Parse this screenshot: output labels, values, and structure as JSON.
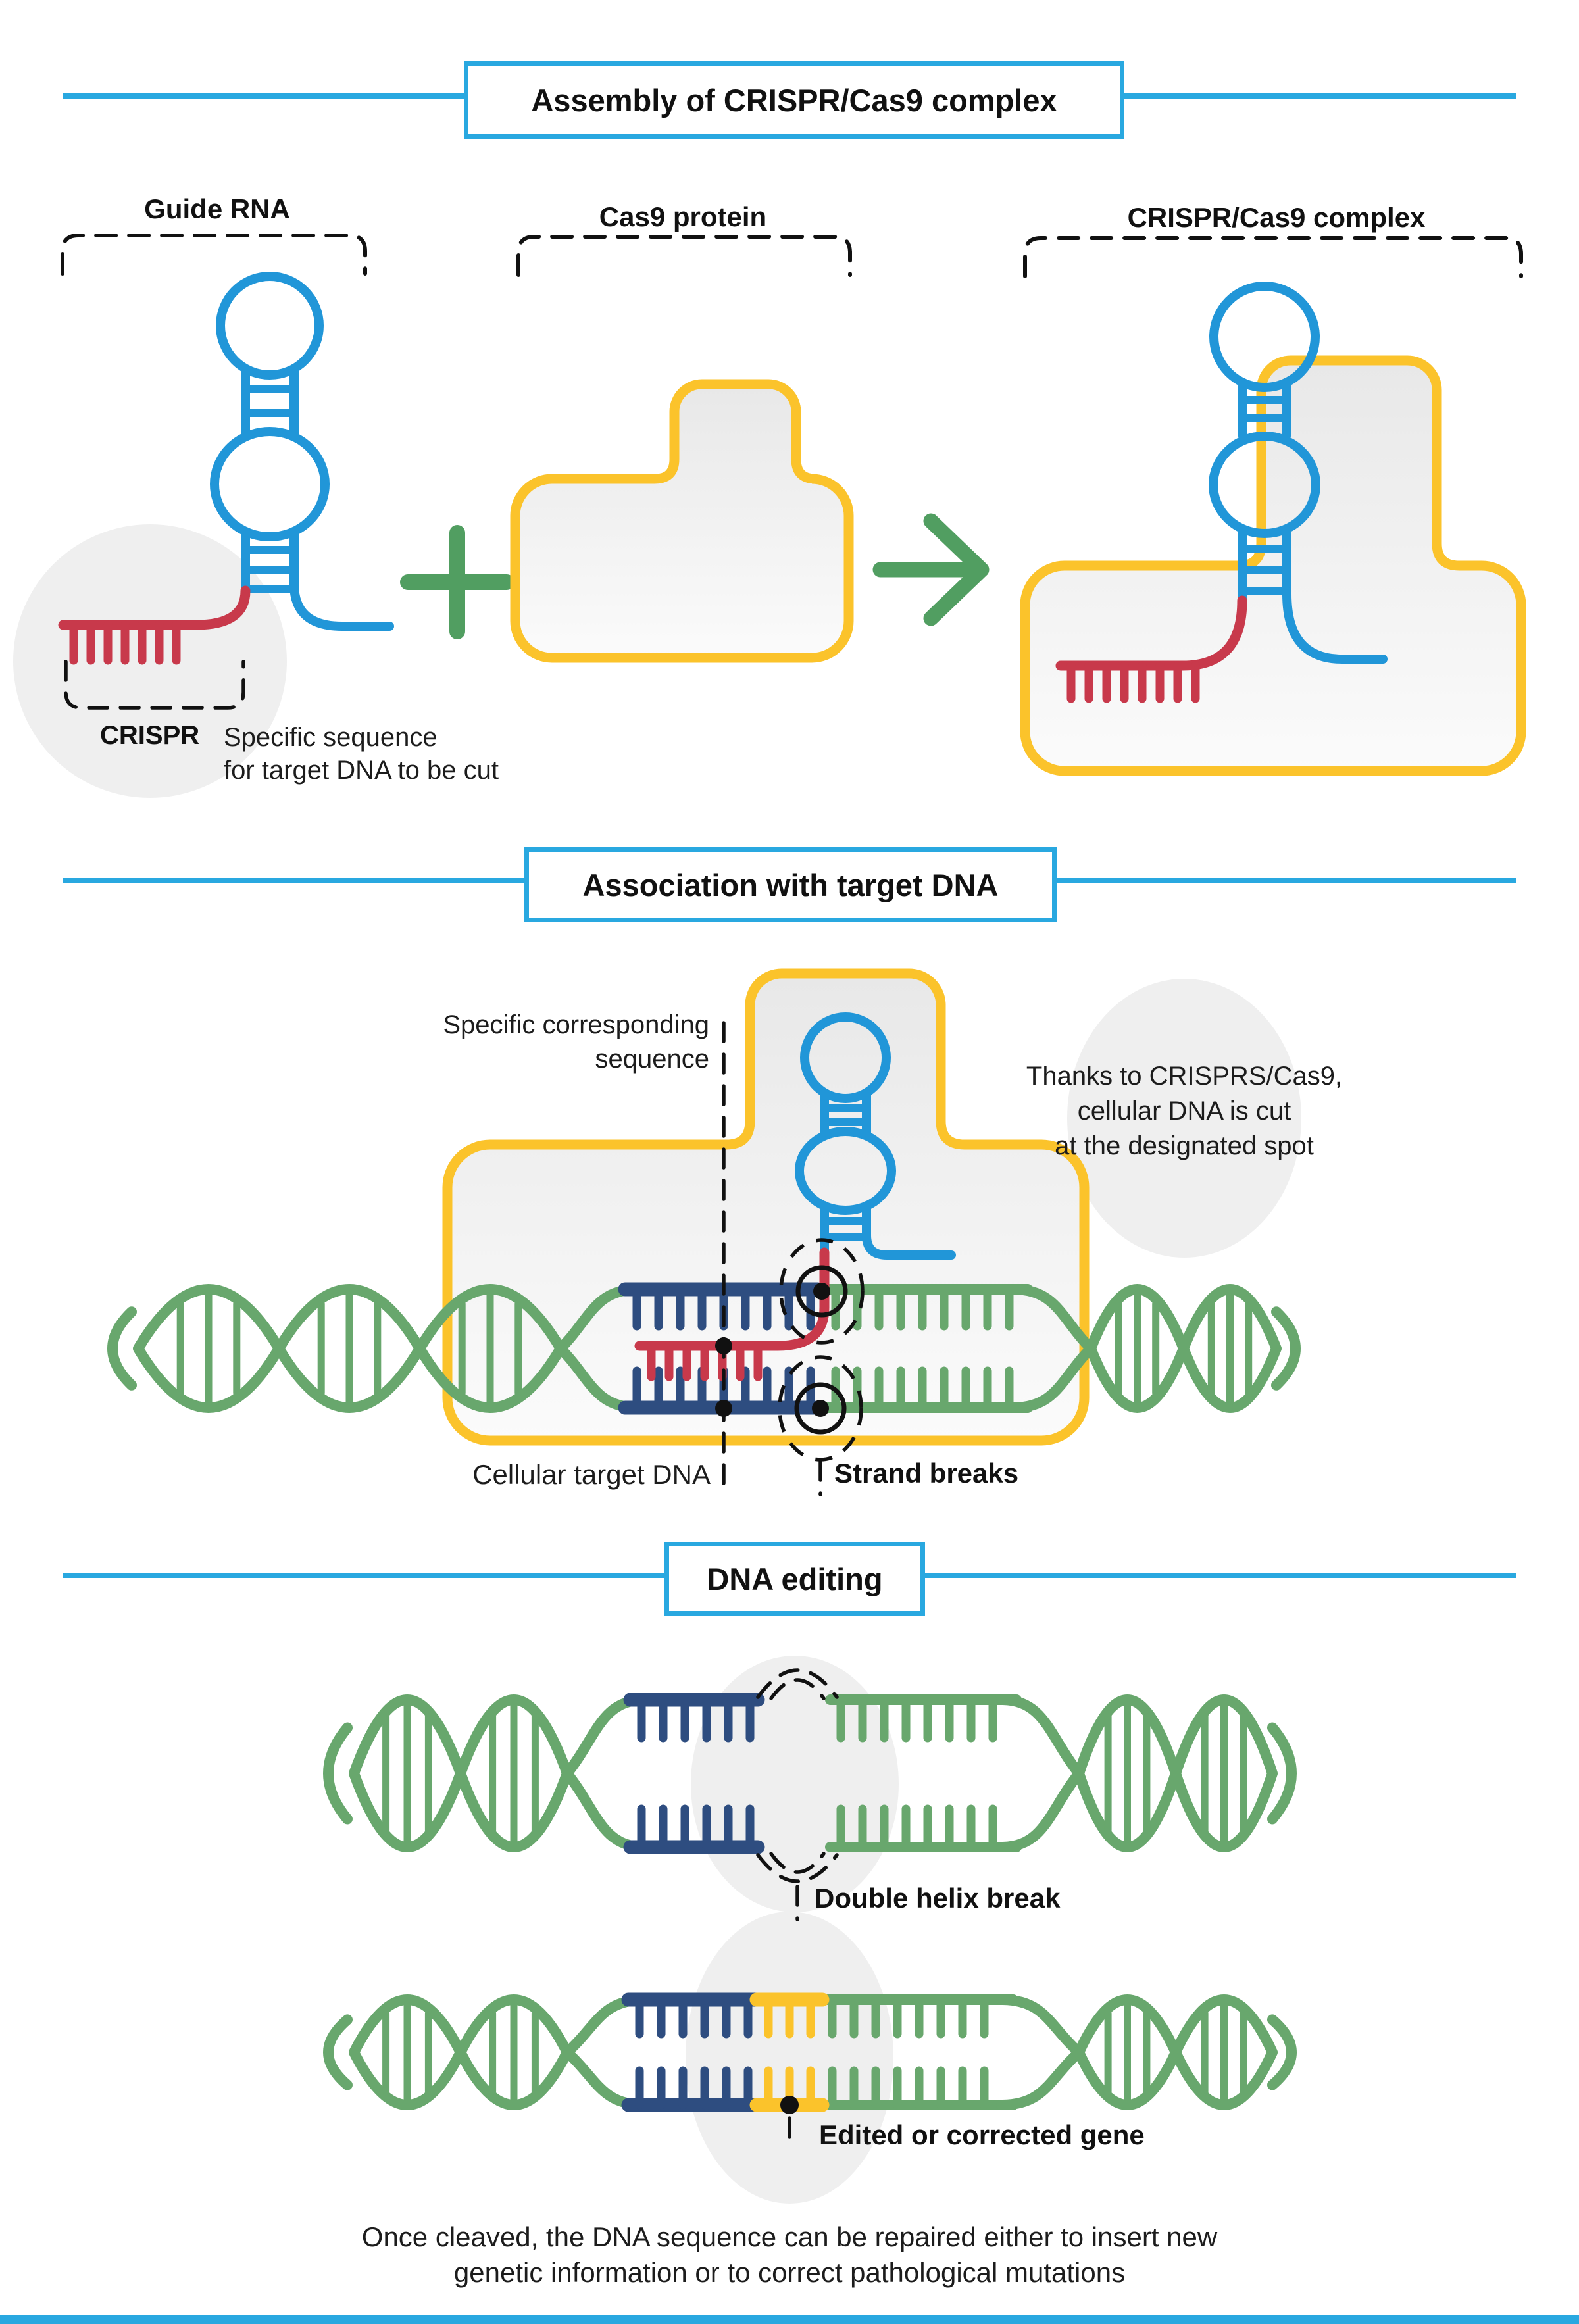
{
  "colors": {
    "accent_blue": "#29a8e0",
    "rna_blue": "#2196d8",
    "yellow": "#fbc32b",
    "red": "#c8394b",
    "navy": "#2e4d80",
    "dna_green": "#68a76d",
    "symbol_green": "#519e61",
    "blob_gray": "#efefef",
    "dark": "#161616"
  },
  "icons": {
    "plus_icon": "+",
    "arrow_icon": "→"
  },
  "section_assembly": {
    "title": "Assembly of CRISPR/Cas9 complex",
    "guide_rna_label": "Guide RNA",
    "cas9_label": "Cas9 protein",
    "complex_label": "CRISPR/Cas9 complex",
    "crispr_label": "CRISPR",
    "crispr_desc_line1": "Specific sequence",
    "crispr_desc_line2": "for target DNA to be cut"
  },
  "section_association": {
    "title": "Association with target DNA",
    "seq_label_line1": "Specific corresponding",
    "seq_label_line2": "sequence",
    "note_line1": "Thanks to CRISPRS/Cas9,",
    "note_line2": "cellular DNA is cut",
    "note_line3": "at the designated spot",
    "target_dna_label": "Cellular target DNA",
    "strand_breaks_label": "Strand breaks"
  },
  "section_editing": {
    "title": "DNA editing",
    "break_label": "Double helix break",
    "edited_label": "Edited or corrected gene",
    "footer_line1": "Once cleaved, the DNA sequence can be repaired either to insert new",
    "footer_line2": "genetic information or to correct pathological mutations"
  }
}
